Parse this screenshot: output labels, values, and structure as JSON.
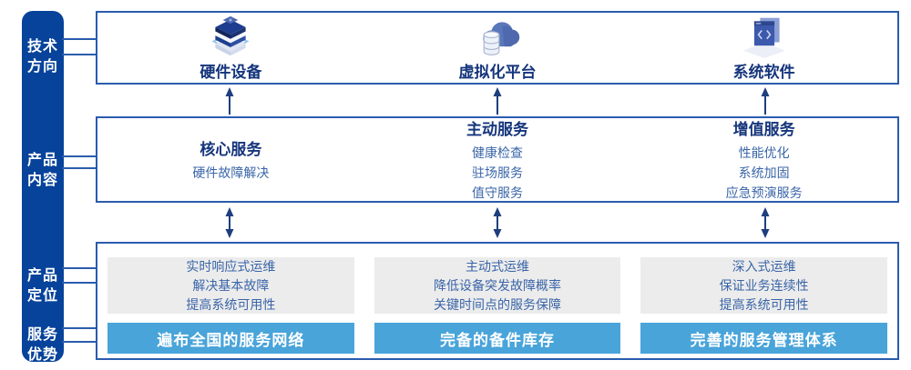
{
  "colors": {
    "sidebar_blue": "#07439b",
    "border_blue": "#2a5cad",
    "title_navy": "#15357c",
    "body_blue": "#3a65a8",
    "panel_gray": "#ececec",
    "bar_blue": "#49a4da",
    "arrow_navy": "#1e3e7e"
  },
  "sidebar": {
    "items": [
      {
        "label": "技术\n方向"
      },
      {
        "label": "产品\n内容"
      },
      {
        "label": "产品\n定位"
      },
      {
        "label": "服务\n优势"
      }
    ]
  },
  "tech_row": {
    "items": [
      {
        "icon": "server-stack-icon",
        "label": "硬件设备"
      },
      {
        "icon": "cloud-database-icon",
        "label": "虚拟化平台"
      },
      {
        "icon": "software-window-icon",
        "label": "系统软件"
      }
    ]
  },
  "content_row": {
    "columns": [
      {
        "title": "核心服务",
        "items": [
          "硬件故障解决"
        ]
      },
      {
        "title": "主动服务",
        "items": [
          "健康检查",
          "驻场服务",
          "值守服务"
        ]
      },
      {
        "title": "增值服务",
        "items": [
          "性能优化",
          "系统加固",
          "应急预演服务"
        ]
      }
    ]
  },
  "bottom_row": {
    "columns": [
      {
        "positioning": [
          "实时响应式运维",
          "解决基本故障",
          "提高系统可用性"
        ],
        "advantage": "遍布全国的服务网络"
      },
      {
        "positioning": [
          "主动式运维",
          "降低设备突发故障概率",
          "关键时间点的服务保障"
        ],
        "advantage": "完备的备件库存"
      },
      {
        "positioning": [
          "深入式运维",
          "保证业务连续性",
          "提高系统可用性"
        ],
        "advantage": "完善的服务管理体系"
      }
    ]
  }
}
